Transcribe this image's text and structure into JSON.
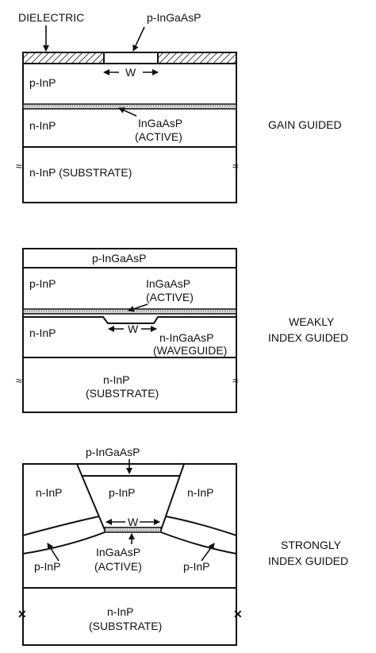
{
  "colors": {
    "ink": "#111111",
    "paper": "#ffffff",
    "active_layer": "#cfcfcf"
  },
  "gain_guided": {
    "label": "GAIN GUIDED",
    "dielectric": "DIELECTRIC",
    "contact": "p-InGaAsP",
    "w": "W",
    "p_inp": "p-InP",
    "n_inp": "n-InP",
    "active_line1": "InGaAsP",
    "active_line2": "(ACTIVE)",
    "substrate": "n-InP (SUBSTRATE)"
  },
  "weakly_index_guided": {
    "label_line1": "WEAKLY",
    "label_line2": "INDEX GUIDED",
    "top_layer": "p-InGaAsP",
    "p_inp": "p-InP",
    "active_line1": "InGaAsP",
    "active_line2": "(ACTIVE)",
    "n_inp": "n-InP",
    "w": "W",
    "waveguide_line1": "n-InGaAsP",
    "waveguide_line2": "(WAVEGUIDE)",
    "substrate_line1": "n-InP",
    "substrate_line2": "(SUBSTRATE)"
  },
  "strongly_index_guided": {
    "label_line1": "STRONGLY",
    "label_line2": "INDEX GUIDED",
    "top_layer": "p-InGaAsP",
    "n_inp_left": "n-InP",
    "p_inp_center": "p-InP",
    "n_inp_right": "n-InP",
    "w": "W",
    "p_inp_left": "p-InP",
    "active_line1": "InGaAsP",
    "active_line2": "(ACTIVE)",
    "p_inp_right": "p-InP",
    "substrate_line1": "n-InP",
    "substrate_line2": "(SUBSTRATE)"
  }
}
